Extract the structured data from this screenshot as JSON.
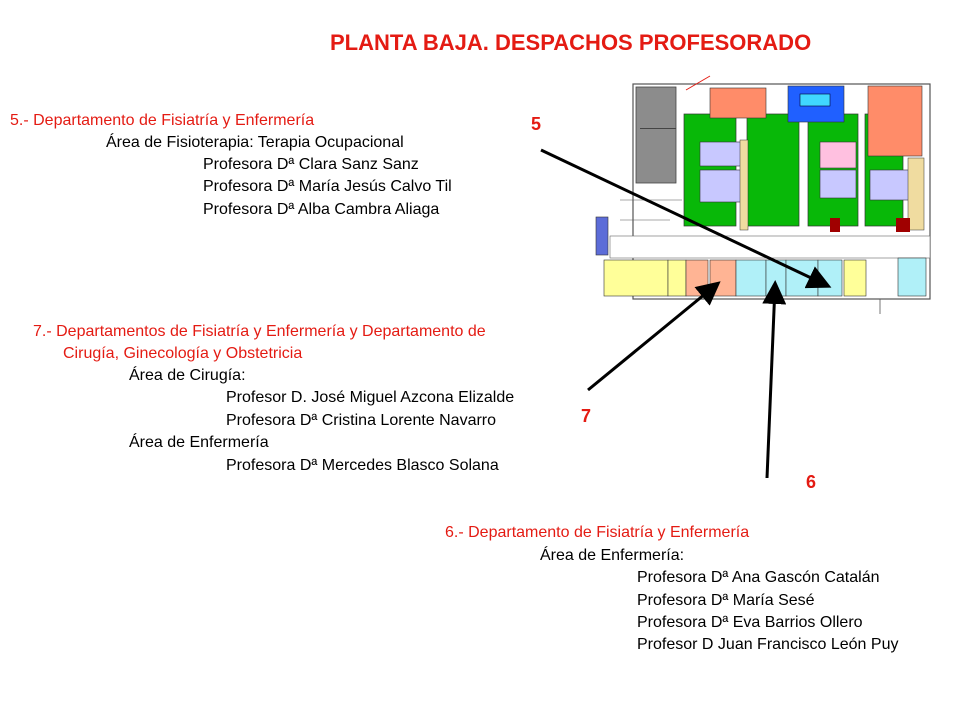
{
  "title": "PLANTA BAJA. DESPACHOS PROFESORADO",
  "markers": {
    "m5": "5",
    "m7": "7",
    "m6": "6"
  },
  "block5": {
    "dept": "5.- Departamento de Fisiatría y Enfermería",
    "area": "Área de Fisioterapia: Terapia Ocupacional",
    "people": [
      "Profesora Dª Clara Sanz Sanz",
      "Profesora Dª María Jesús Calvo Til",
      "Profesora Dª Alba Cambra Aliaga"
    ]
  },
  "block7": {
    "dept_line1": "7.- Departamentos de Fisiatría y Enfermería y  Departamento de",
    "dept_line2": "Cirugía, Ginecología y Obstetricia",
    "area1": "Área de Cirugía:",
    "people1": [
      "Profesor D. José Miguel Azcona Elizalde",
      "Profesora Dª Cristina Lorente Navarro"
    ],
    "area2": "Área de Enfermería",
    "people2": [
      "Profesora Dª Mercedes Blasco Solana"
    ]
  },
  "block6": {
    "dept": "6.- Departamento de Fisiatría y Enfermería",
    "area": "Área de Enfermería:",
    "people": [
      "Profesora Dª Ana Gascón Catalán",
      "Profesora Dª María Sesé",
      "Profesora Dª Eva Barrios Ollero",
      "Profesor D Juan Francisco León Puy"
    ]
  },
  "colors": {
    "title_red": "#e41b13",
    "green": "#08b808",
    "yellow": "#ffff99",
    "salmon": "#ffb494",
    "orange": "#ff8c69",
    "lavender": "#c8c8ff",
    "lightblue": "#b0f0f8",
    "pink": "#ffc0e0",
    "blue": "#2060ff",
    "grey": "#8c8c8c",
    "darkred": "#a00000",
    "wheat": "#f0dca0"
  }
}
